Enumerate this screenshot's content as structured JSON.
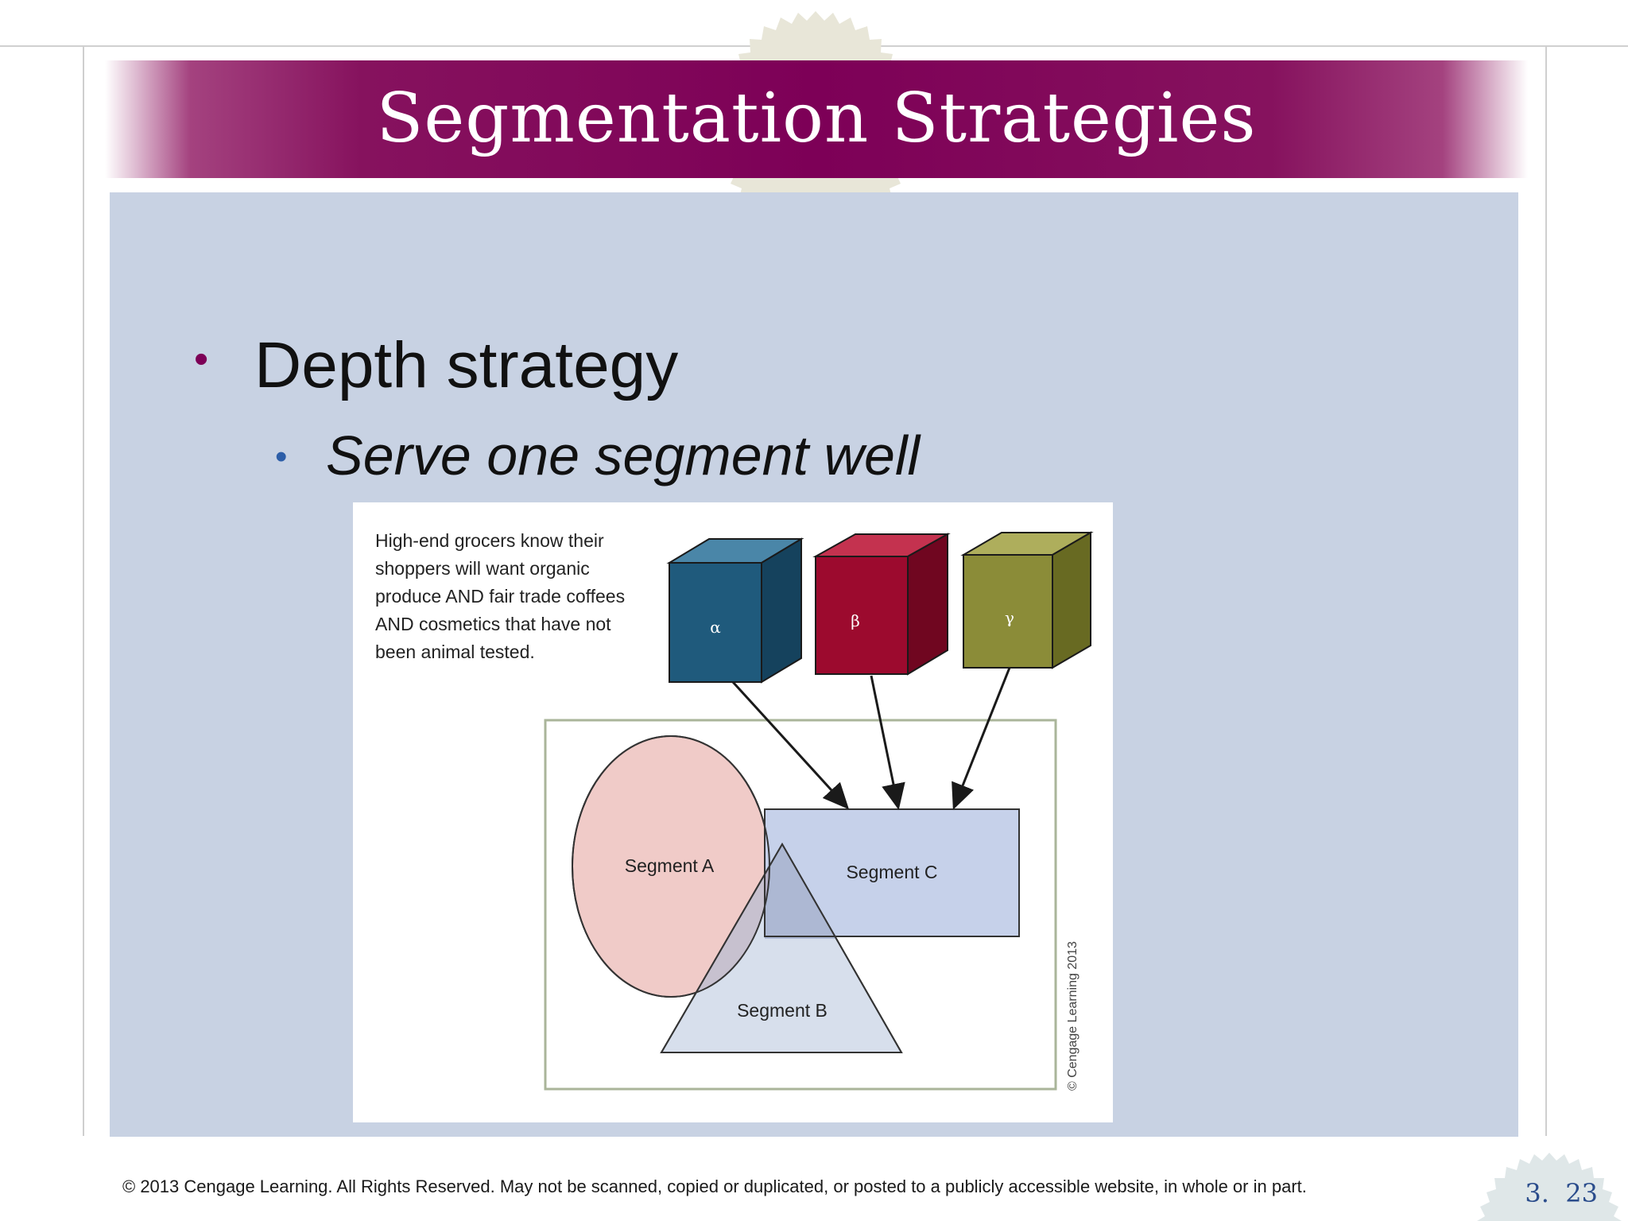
{
  "slide": {
    "title": "Segmentation Strategies",
    "bullets": [
      {
        "text": "Depth strategy"
      },
      {
        "text": "Serve one segment well"
      }
    ],
    "footer": "© 2013 Cengage Learning. All Rights Reserved. May not be scanned, copied or duplicated, or posted to a publicly accessible website, in whole or in part.",
    "slide_number": "3.  23"
  },
  "figure": {
    "caption": [
      "High-end grocers know their",
      "shoppers will want organic",
      "produce AND fair trade coffees",
      "AND cosmetics that have not",
      "been animal tested."
    ],
    "cubes": [
      {
        "symbol": "α",
        "color": "#1f5a7c"
      },
      {
        "symbol": "β",
        "color": "#9c0a2e"
      },
      {
        "symbol": "γ",
        "color": "#8b8c38"
      }
    ],
    "segments": {
      "a": {
        "label": "Segment A",
        "color": "#f0cbc8"
      },
      "b": {
        "label": "Segment B",
        "color": "#d7dfec"
      },
      "c": {
        "label": "Segment C",
        "color": "#c6d1ea"
      }
    },
    "overlap_color": "#a8b4d0",
    "copyright": "© Cengage Learning 2013"
  },
  "colors": {
    "title_band": "#7d0057",
    "content_panel": "#c8d2e3",
    "bullet_level1": "#7d0057",
    "bullet_level2": "#2d5ea8",
    "slide_number": "#2b4d8c"
  }
}
